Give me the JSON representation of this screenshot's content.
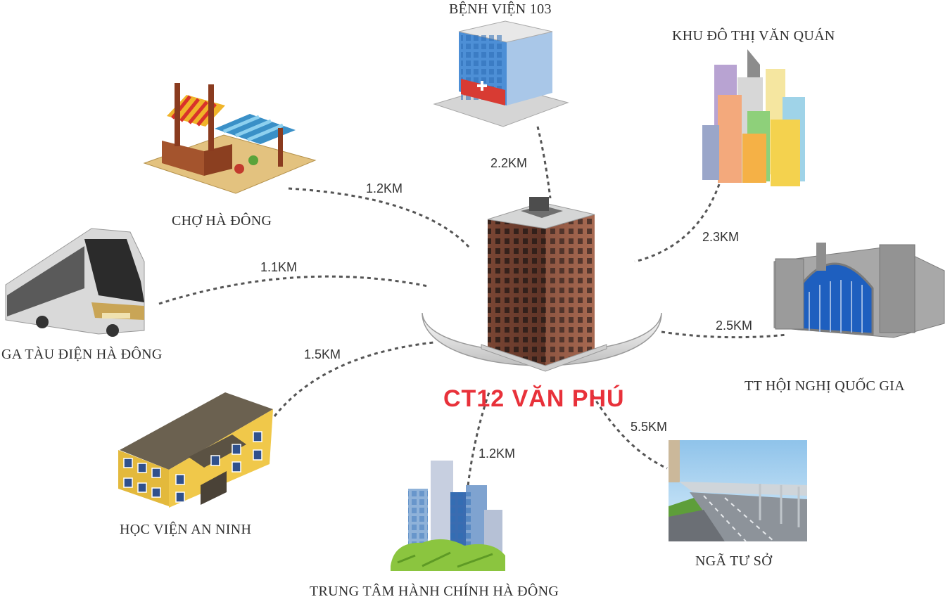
{
  "center": {
    "title": "CT12 VĂN PHÚ",
    "title_color": "#e8313a"
  },
  "destinations": [
    {
      "id": "benh-vien-103",
      "name": "BỆNH VIỆN 103",
      "distance": "2.2KM",
      "icon": "hospital-icon"
    },
    {
      "id": "khu-do-thi-van-quan",
      "name": "KHU ĐÔ THỊ VĂN QUÁN",
      "distance": "2.3KM",
      "icon": "skyscrapers-icon"
    },
    {
      "id": "cho-ha-dong",
      "name": "CHỢ HÀ ĐÔNG",
      "distance": "1.2KM",
      "icon": "market-icon"
    },
    {
      "id": "ga-tau-dien-ha-dong",
      "name": "GA TÀU ĐIỆN HÀ ĐÔNG",
      "distance": "1.1KM",
      "icon": "tram-icon"
    },
    {
      "id": "tt-hoi-nghi-quoc-gia",
      "name": "TT HỘI NGHỊ QUỐC GIA",
      "distance": "2.5KM",
      "icon": "convention-center-icon"
    },
    {
      "id": "hoc-vien-an-ninh",
      "name": "HỌC VIỆN AN NINH",
      "distance": "1.5KM",
      "icon": "school-building-icon"
    },
    {
      "id": "trung-tam-hanh-chinh-ha-dong",
      "name": "TRUNG TÂM HÀNH CHÍNH HÀ ĐÔNG",
      "distance": "1.2KM",
      "icon": "city-office-icon"
    },
    {
      "id": "nga-tu-so",
      "name": "NGÃ TƯ SỞ",
      "distance": "5.5KM",
      "icon": "overpass-road-icon"
    }
  ]
}
